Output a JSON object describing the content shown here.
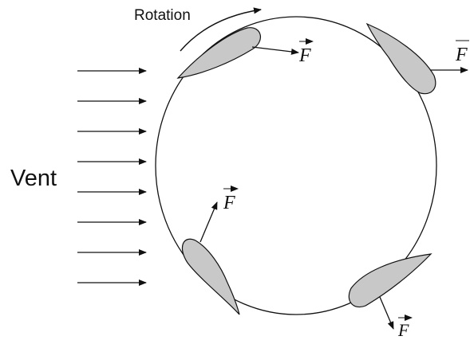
{
  "labels": {
    "rotation": "Rotation",
    "wind": "Vent",
    "force": "F"
  },
  "colors": {
    "blade_fill": "#c8c8c8",
    "stroke": "#111111",
    "background": "#ffffff"
  },
  "wind_arrow_count": 8,
  "blade_count": 4,
  "force_vector_count": 4
}
